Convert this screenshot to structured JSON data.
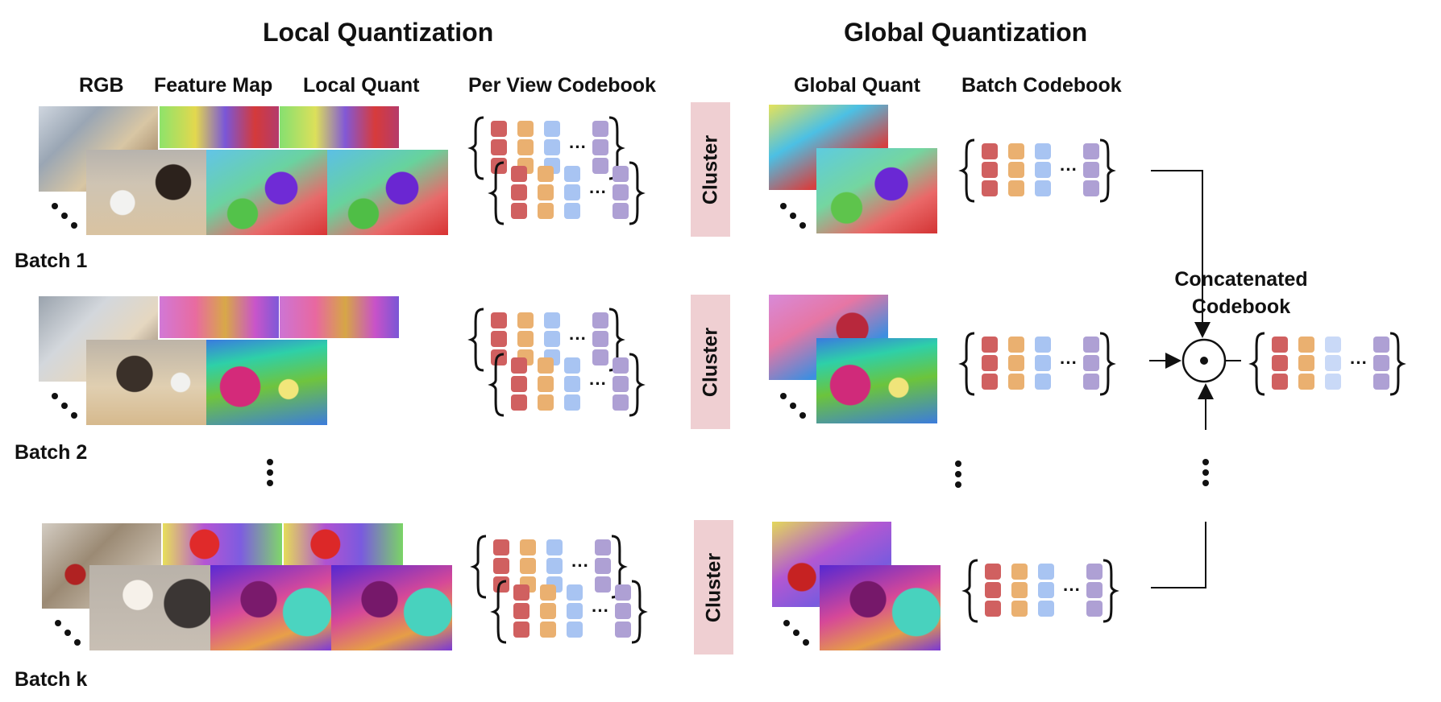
{
  "headers": {
    "local": "Local Quantization",
    "global": "Global Quantization"
  },
  "columns": {
    "rgb": "RGB",
    "feature_map": "Feature Map",
    "local_quant": "Local Quant",
    "per_view_codebook": "Per View Codebook",
    "global_quant": "Global Quant",
    "batch_codebook": "Batch Codebook"
  },
  "batches": [
    {
      "label": "Batch 1"
    },
    {
      "label": "Batch 2"
    },
    {
      "label": "Batch k"
    }
  ],
  "cluster_label": "Cluster",
  "concat": {
    "line1": "Concatenated",
    "line2": "Codebook"
  },
  "ellipsis_glyph": "···",
  "colors": {
    "code_red": "#d06060",
    "code_orange": "#eab070",
    "code_blue": "#a8c4f2",
    "code_blue_light": "#c9d9f7",
    "code_purple": "#aea0d4",
    "cluster_bg": "#efcfd2"
  },
  "operator_icon": "odot-icon"
}
